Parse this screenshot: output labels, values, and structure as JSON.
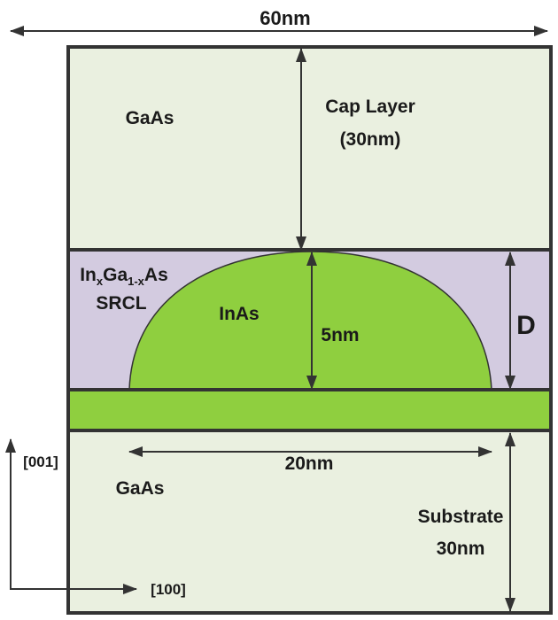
{
  "colors": {
    "cap_layer": "#eaf0e0",
    "srcl_layer": "#d3cbe0",
    "quantum_dot": "#8fcf3f",
    "wetting_layer": "#8fcf3f",
    "substrate": "#eaf0e0",
    "outline": "#333333"
  },
  "labels": {
    "width": "60nm",
    "cap_material": "GaAs",
    "cap_title_line1": "Cap Layer",
    "cap_title_line2": "(30nm)",
    "srcl_in": "In",
    "srcl_x1": "x",
    "srcl_ga": "Ga",
    "srcl_sub": "1-x",
    "srcl_as": "As",
    "srcl_name": "SRCL",
    "dot_material": "InAs",
    "dot_height": "5nm",
    "srcl_thickness": "D",
    "dot_base": "20nm",
    "substrate_material": "GaAs",
    "substrate_title": "Substrate",
    "substrate_thickness": "30nm",
    "axis_vertical": "[001]",
    "axis_horizontal": "[100]"
  }
}
